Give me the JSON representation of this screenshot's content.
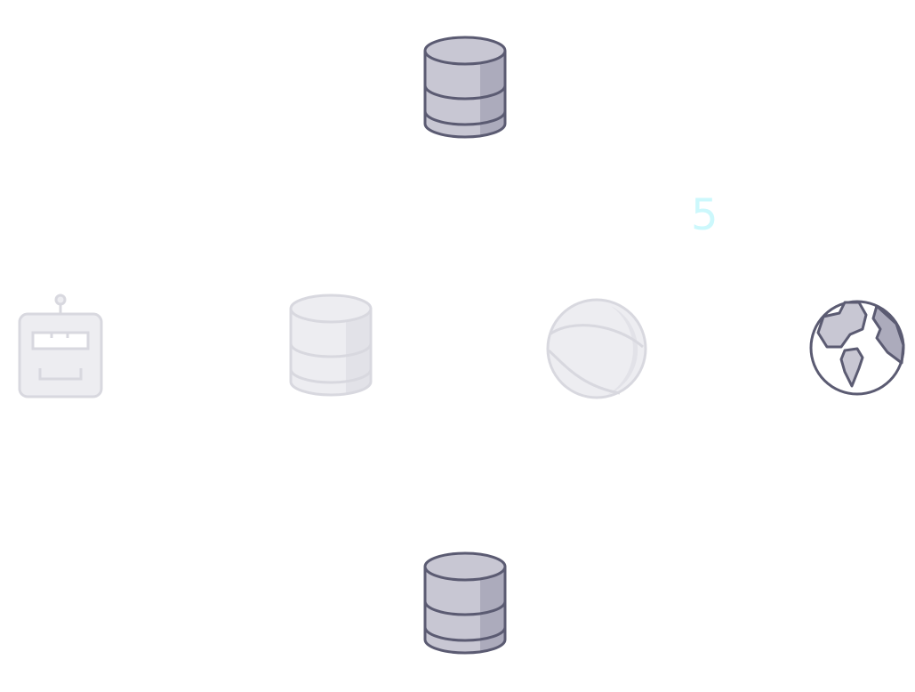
{
  "label": {
    "text": "5",
    "color": "#ccf8fc"
  },
  "nodes": [
    {
      "icon": "database-icon",
      "state": "active"
    },
    {
      "icon": "robot-icon",
      "state": "faded"
    },
    {
      "icon": "database-icon",
      "state": "faded"
    },
    {
      "icon": "ball-icon",
      "state": "faded"
    },
    {
      "icon": "globe-icon",
      "state": "active"
    },
    {
      "icon": "database-icon",
      "state": "active"
    }
  ],
  "colors": {
    "active_stroke": "#5b5b72",
    "active_fill": "#c8c7d3",
    "active_shade": "#acabbc",
    "faded_stroke": "#d8d8df",
    "faded_fill": "#ededf1",
    "faded_shade": "#e2e2e8",
    "label": "#ccf8fc"
  }
}
